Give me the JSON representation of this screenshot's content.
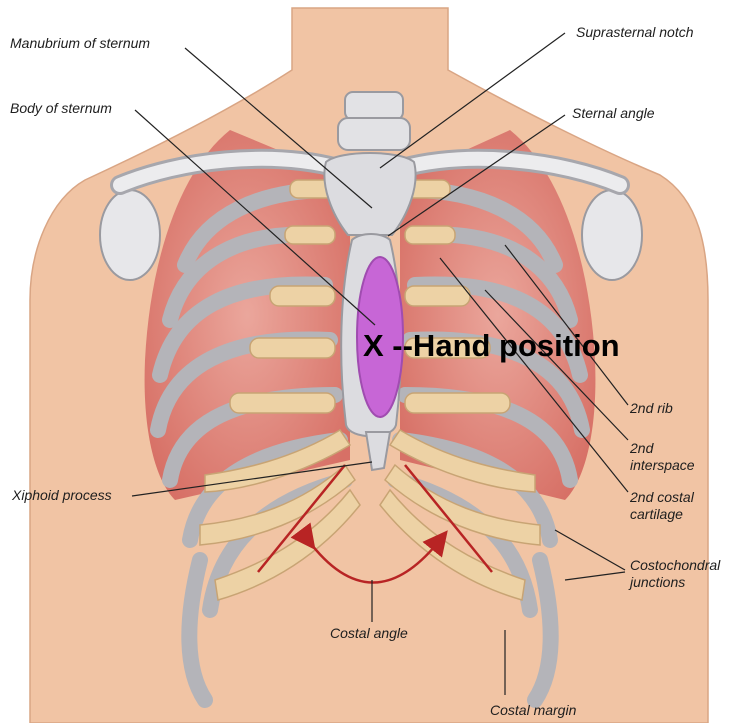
{
  "labels": {
    "manubrium": "Manubrium of sternum",
    "suprasternal": "Suprasternal notch",
    "body": "Body of sternum",
    "sternal_angle": "Sternal angle",
    "hand_position": "X --Hand position",
    "rib2": "2nd rib",
    "interspace_l1": "2nd",
    "interspace_l2": "interspace",
    "costal_cart_l1": "2nd costal",
    "costal_cart_l2": "cartilage",
    "xiphoid": "Xiphoid process",
    "costochondral_l1": "Costochondral",
    "costochondral_l2": "junctions",
    "costal_angle": "Costal angle",
    "costal_margin": "Costal margin"
  },
  "colors": {
    "skin": "#f1c4a4",
    "bone": "#d9d9dc",
    "cartilage": "#edd2a5",
    "muscle": "#d9746c",
    "highlight": "#c766d6",
    "arrow": "#b82424"
  }
}
